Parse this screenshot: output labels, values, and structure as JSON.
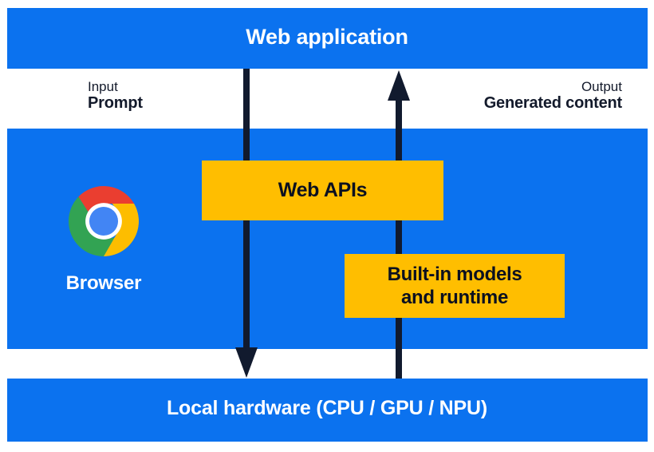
{
  "diagram": {
    "title": "Web application",
    "bands": {
      "top_label": "Web application",
      "bottom_label": "Local hardware (CPU / GPU / NPU)"
    },
    "flows": {
      "input": {
        "kind": "Input",
        "value": "Prompt"
      },
      "output": {
        "kind": "Output",
        "value": "Generated content"
      }
    },
    "boxes": {
      "web_apis": "Web APIs",
      "builtin_models_line1": "Built-in models",
      "builtin_models_line2": "and runtime"
    },
    "browser": {
      "label": "Browser",
      "logo": "chrome-logo"
    },
    "colors": {
      "band_blue": "#0b72ef",
      "box_yellow": "#ffbe00",
      "arrow_navy": "#111a2e",
      "text_dark": "#131a2b",
      "text_light": "#ffffff",
      "chrome_red": "#ea3e30",
      "chrome_yellow": "#fdbd00",
      "chrome_green": "#32a353",
      "chrome_blue": "#4285f4"
    }
  }
}
